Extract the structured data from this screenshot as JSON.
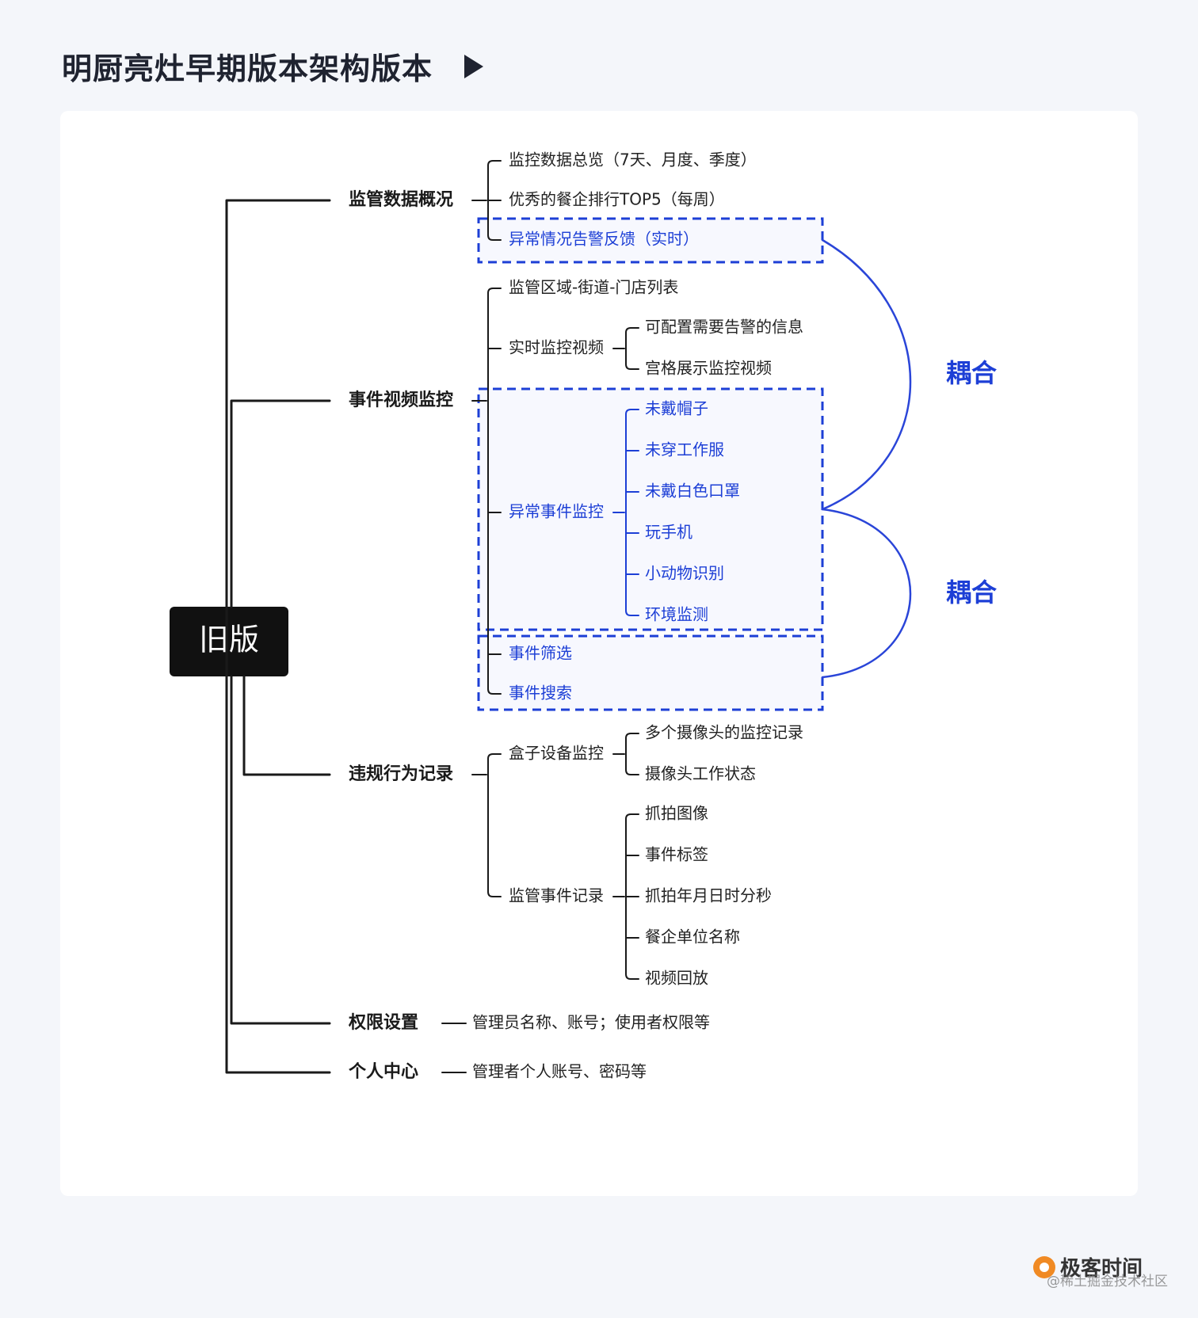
{
  "title": "明厨亮灶早期版本架构版本",
  "colors": {
    "blue": "#1d3fd6",
    "dark": "#1a1a1a",
    "curve": "#2a45d8"
  },
  "root": "旧版",
  "branches": [
    {
      "label": "监管数据概况",
      "children": [
        {
          "label": "监控数据总览（7天、月度、季度）"
        },
        {
          "label": "优秀的餐企排行TOP5（每周）"
        },
        {
          "label": "异常情况告警反馈（实时）",
          "highlight": true
        }
      ]
    },
    {
      "label": "事件视频监控",
      "children": [
        {
          "label": "监管区域-街道-门店列表"
        },
        {
          "label": "实时监控视频",
          "children": [
            "可配置需要告警的信息",
            "宫格展示监控视频"
          ]
        },
        {
          "label": "异常事件监控",
          "highlight": true,
          "children": [
            "未戴帽子",
            "未穿工作服",
            "未戴白色口罩",
            "玩手机",
            "小动物识别",
            "环境监测"
          ]
        },
        {
          "label": "事件筛选",
          "highlight": true
        },
        {
          "label": "事件搜索",
          "highlight": true
        }
      ]
    },
    {
      "label": "违规行为记录",
      "children": [
        {
          "label": "盒子设备监控",
          "children": [
            "多个摄像头的监控记录",
            "摄像头工作状态"
          ]
        },
        {
          "label": "监管事件记录",
          "children": [
            "抓拍图像",
            "事件标签",
            "抓拍年月日时分秒",
            "餐企单位名称",
            "视频回放"
          ]
        }
      ]
    },
    {
      "label": "权限设置",
      "note": "管理员名称、账号；使用者权限等"
    },
    {
      "label": "个人中心",
      "note": "管理者个人账号、密码等"
    }
  ],
  "coupling_labels": [
    "耦合",
    "耦合"
  ],
  "brand": "极客时间",
  "watermark": "@稀土掘金技术社区"
}
